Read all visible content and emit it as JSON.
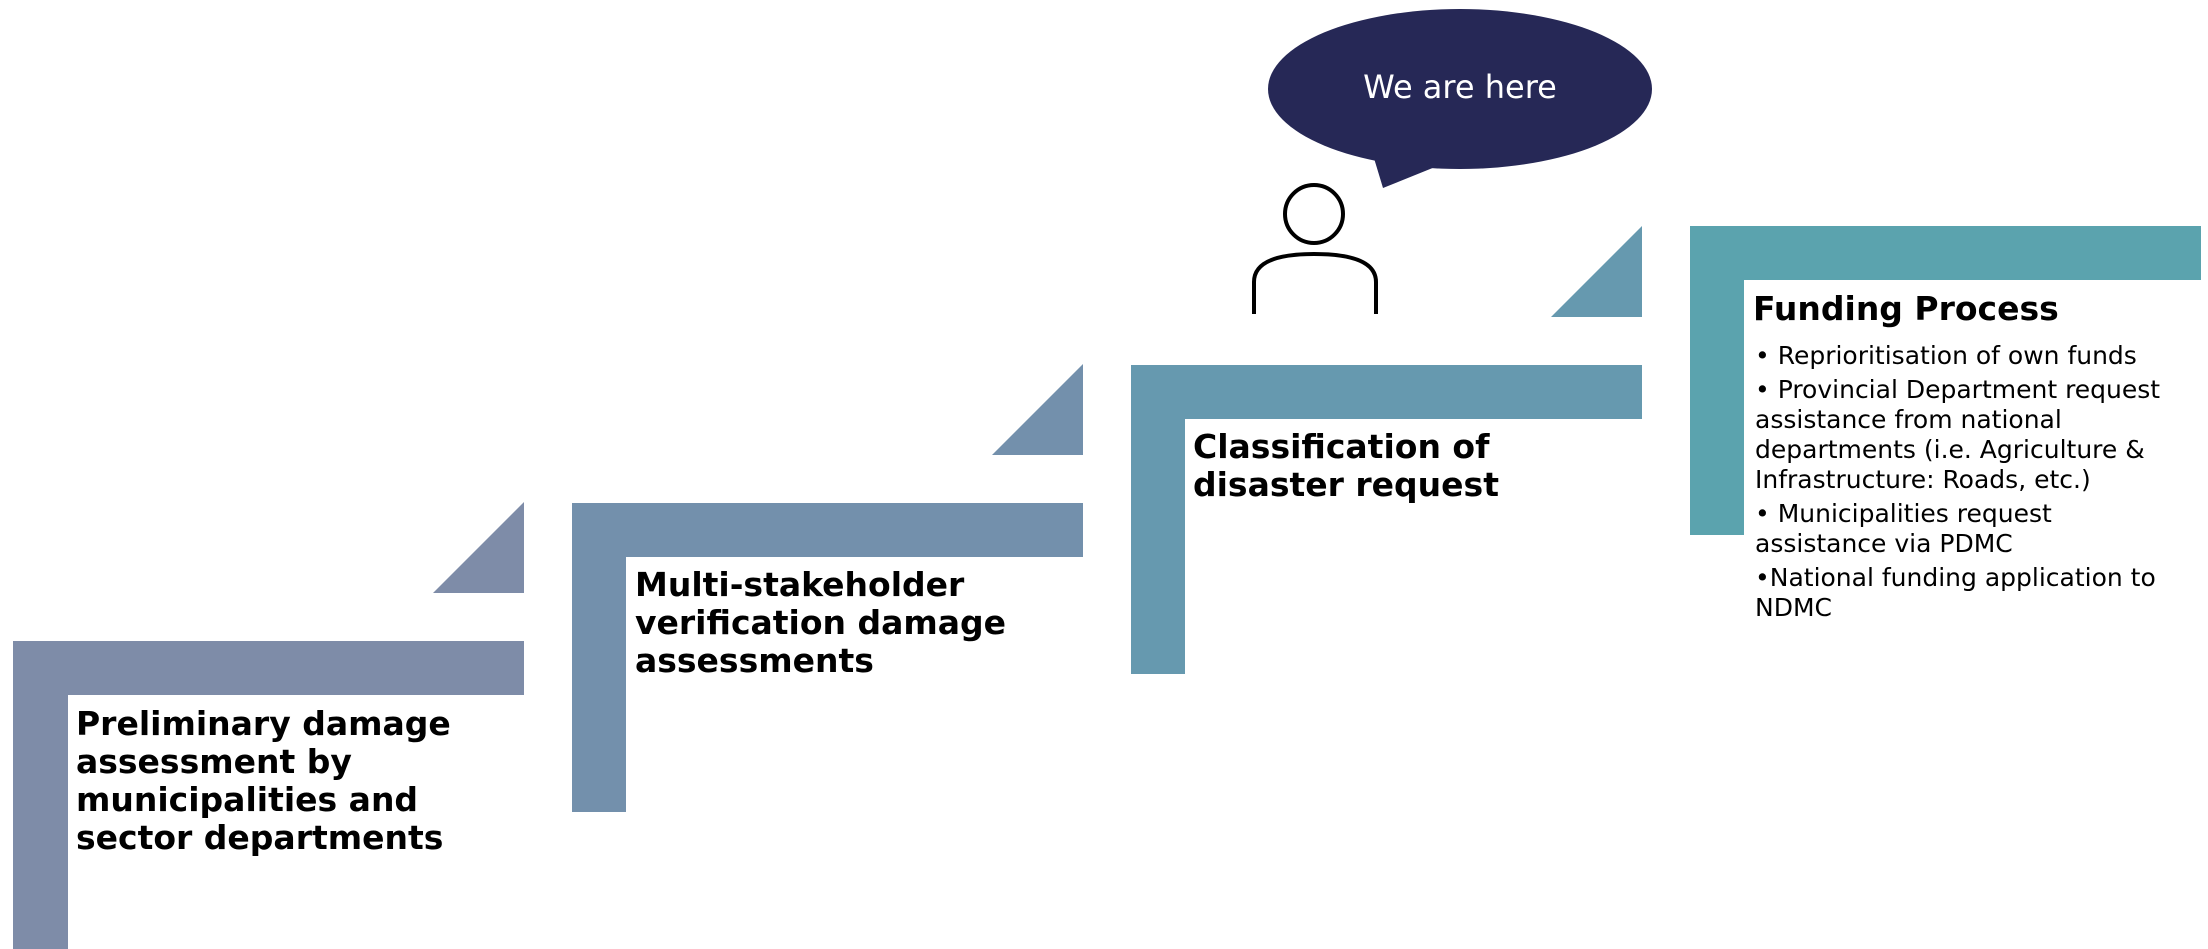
{
  "bubble": {
    "text": "We are here"
  },
  "steps": [
    {
      "title": "Preliminary damage assessment by municipalities and sector departments",
      "color": "#7E8CA8"
    },
    {
      "title": "Multi-stakeholder verification damage assessments",
      "color": "#7390AC"
    },
    {
      "title": "Classification of disaster request",
      "color": "#6699AF"
    },
    {
      "title": "Funding Process",
      "color": "#5BA3AE",
      "bullets": [
        "• Reprioritisation of own funds",
        "• Provincial Department request assistance from national departments (i.e. Agriculture & Infrastructure: Roads, etc.)",
        "• Municipalities request assistance via PDMC",
        "•National funding  application to NDMC"
      ]
    }
  ],
  "colors": {
    "bubble": "#262856",
    "person_outline": "#000000"
  },
  "icons": {
    "person": "person-icon"
  }
}
